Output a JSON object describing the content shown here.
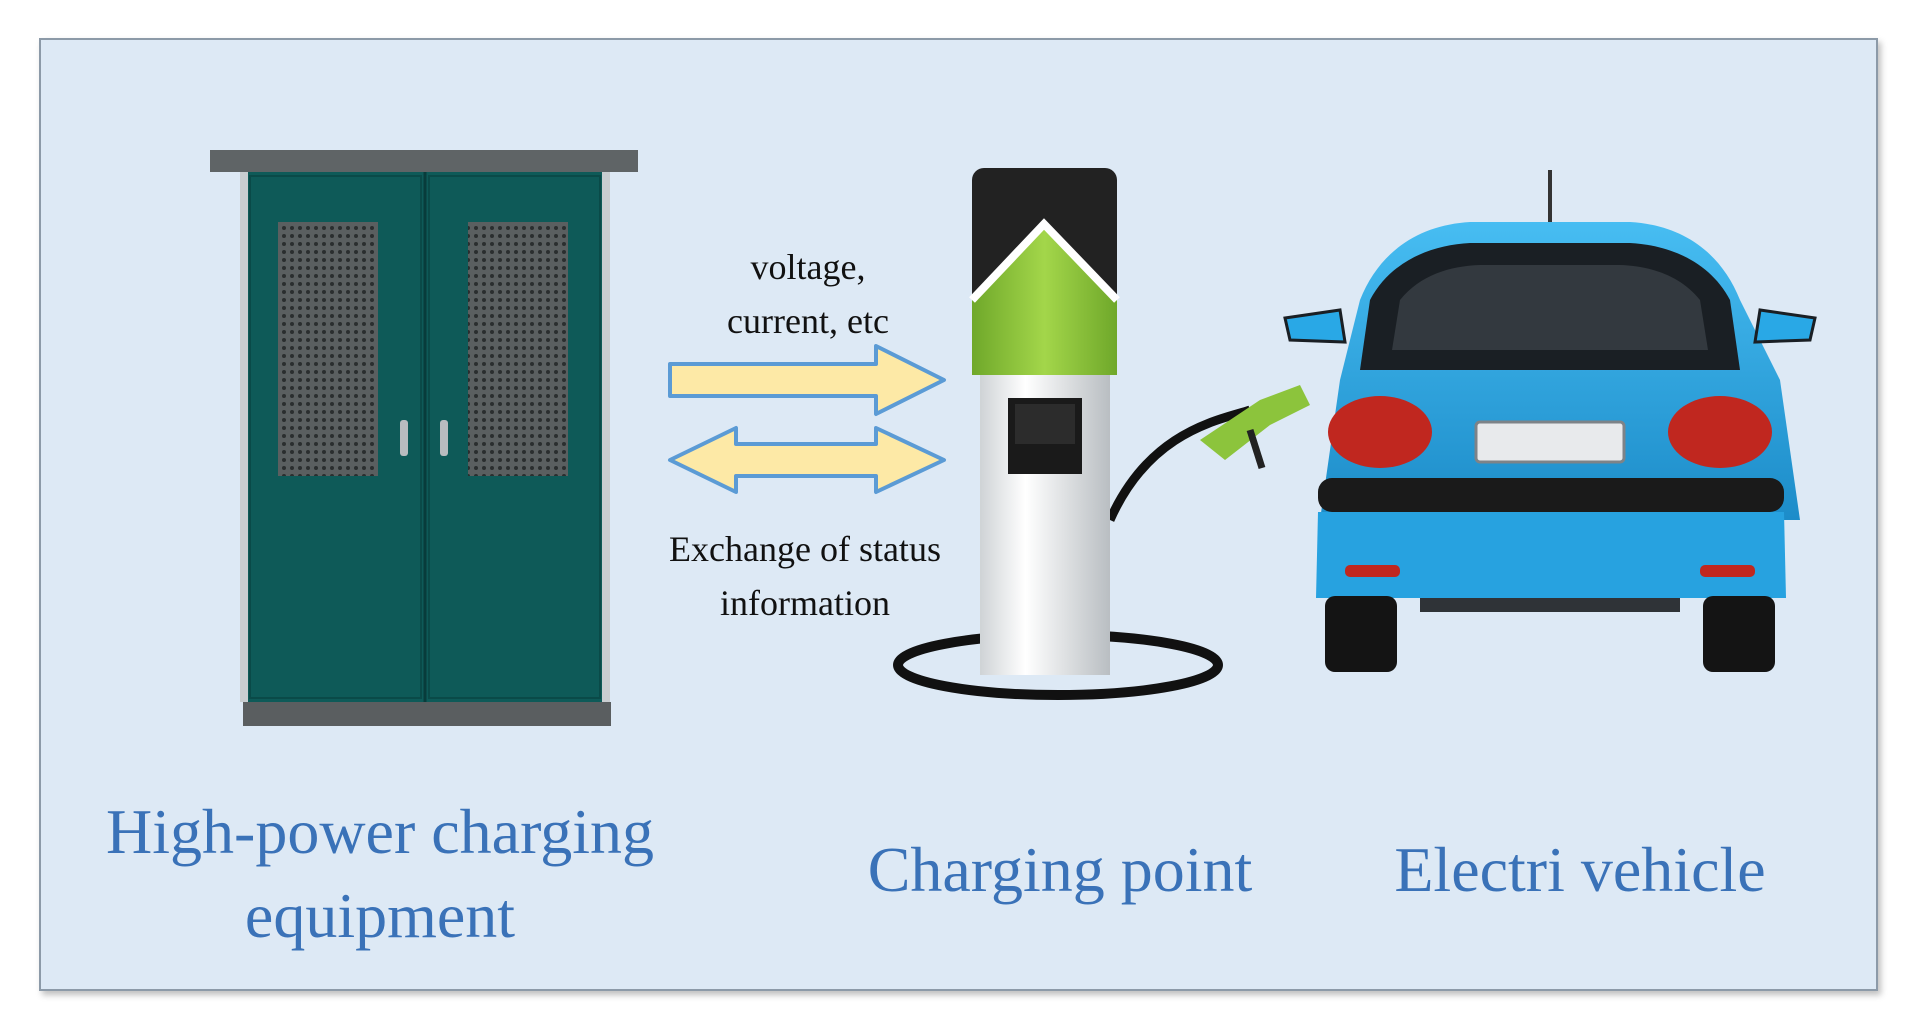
{
  "labels": {
    "voltage_line1": "voltage,",
    "voltage_line2": "current, etc",
    "status_line1": "Exchange of status",
    "status_line2": "information",
    "equipment_line1": "High-power charging",
    "equipment_line2": "equipment",
    "charging_point": "Charging point",
    "vehicle": "Electri vehicle"
  },
  "colors": {
    "panel_bg": "#dde9f5",
    "label_blue": "#3a72b8",
    "arrow_fill": "#fde9a6",
    "arrow_stroke": "#5b9bd5",
    "cabinet": "#0e5a58",
    "car_body": "#29a8e6",
    "charger_accent": "#8cc43c"
  },
  "icons": [
    "cabinet-icon",
    "charging-station-icon",
    "electric-car-icon",
    "right-arrow-icon",
    "double-arrow-icon"
  ]
}
